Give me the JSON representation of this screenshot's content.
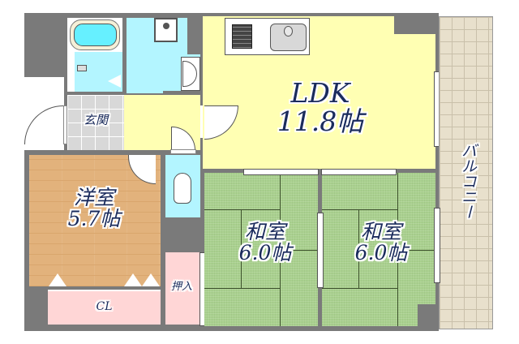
{
  "floorplan": {
    "rooms": {
      "ldk": {
        "name": "LDK",
        "size": "11.8帖"
      },
      "western": {
        "name": "洋室",
        "size": "5.7帖"
      },
      "japanese_1": {
        "name": "和室",
        "size": "6.0帖"
      },
      "japanese_2": {
        "name": "和室",
        "size": "6.0帖"
      },
      "entrance": {
        "name": "玄関"
      },
      "closet": {
        "name": "CL"
      },
      "oshiire": {
        "name": "押入"
      },
      "balcony": {
        "name": "バルコニー"
      }
    },
    "fixtures": [
      "bathtub",
      "washing-machine",
      "wash-basin",
      "stove",
      "kitchen-sink",
      "toilet"
    ],
    "colors": {
      "wall": "#7a7a7a",
      "ldk": "#ffffb3",
      "hall": "#ffffb3",
      "wet_area": "#b3f5ff",
      "tatami": "#a9d08e",
      "wood": "#e2b27c",
      "closet": "#ffd6d6",
      "balcony": "#e8e0cc",
      "label": "#1a2b5c"
    }
  }
}
